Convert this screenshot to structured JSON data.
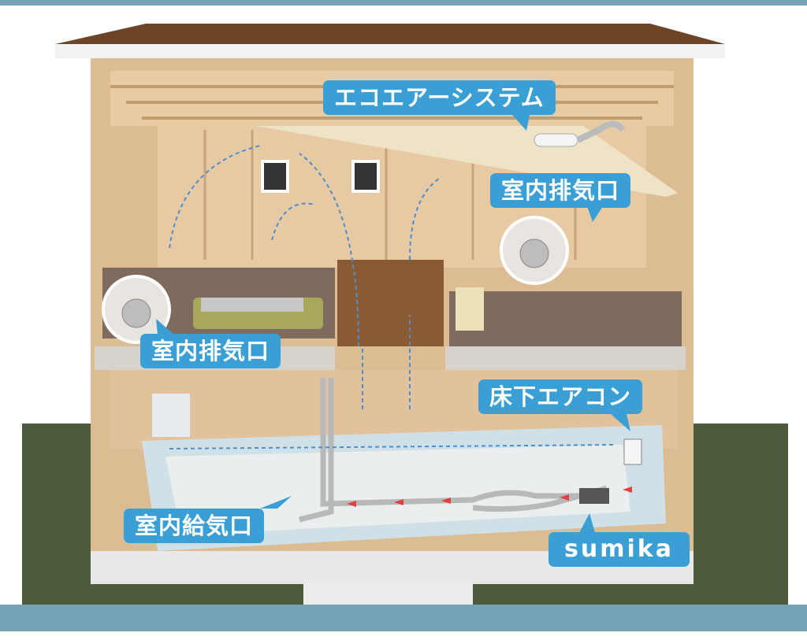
{
  "labels": {
    "eco_air_system": "エコエアーシステム",
    "exhaust_right": "室内排気口",
    "exhaust_left": "室内排気口",
    "underfloor_ac": "床下エアコン",
    "supply_vent": "室内給気口",
    "sumika": "sumika"
  },
  "colors": {
    "label_bg": "#3a9fd4",
    "frame_bar": "#76a2ba",
    "roof": "#6e4426",
    "wood": "#dcbc92",
    "grass": "#4b5b3c",
    "airflow": "#4a8fd0",
    "duct_arrow": "#e04040"
  }
}
